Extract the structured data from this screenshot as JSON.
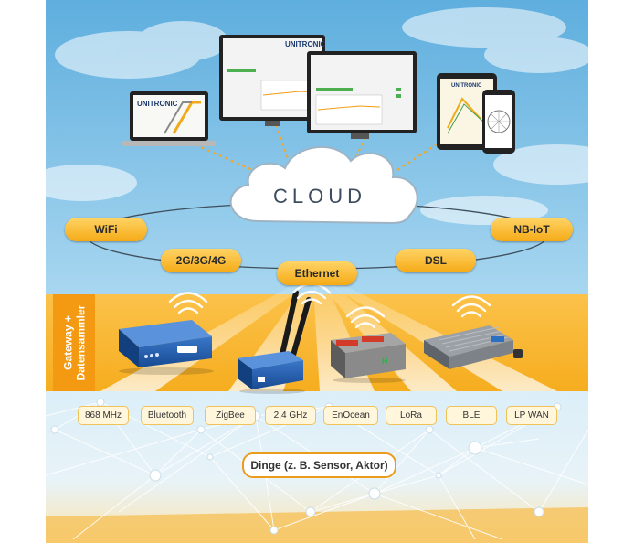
{
  "cloud": {
    "label": "CLOUD"
  },
  "connections": [
    {
      "key": "wifi",
      "label": "WiFi"
    },
    {
      "key": "mobile",
      "label": "2G/3G/4G"
    },
    {
      "key": "ethernet",
      "label": "Ethernet"
    },
    {
      "key": "dsl",
      "label": "DSL"
    },
    {
      "key": "nbiot",
      "label": "NB-IoT"
    }
  ],
  "gateway": {
    "label": "Gateway +\nDatensammler",
    "devices": [
      "multitech-gateway-icon",
      "lte-router-icon",
      "sierra-gateway-icon",
      "outdoor-gateway-icon"
    ]
  },
  "protocols": [
    "868 MHz",
    "Bluetooth",
    "ZigBee",
    "2,4 GHz",
    "EnOcean",
    "LoRa",
    "BLE",
    "LP WAN"
  ],
  "things": {
    "label": "Dinge (z. B. Sensor, Aktor)"
  },
  "screens": {
    "laptop_brand": "UNITRONIC",
    "monitor_brand": "UNITRONIC",
    "tablet_brand": "UNITRONIC"
  },
  "colors": {
    "sky": "#7fbfe6",
    "accent": "#f5aa16",
    "gateway_band": "#f7b733"
  }
}
